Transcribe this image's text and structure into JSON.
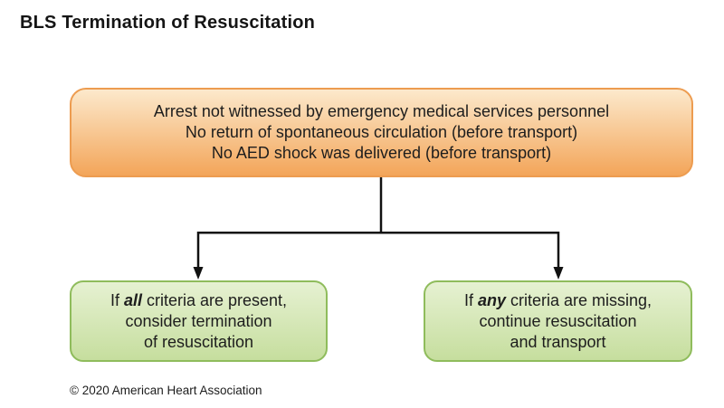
{
  "title": "BLS Termination of Resuscitation",
  "colors": {
    "orange_border": "#ED9C50",
    "orange_top": "#FCE9CC",
    "orange_bottom": "#F3A559",
    "green_border": "#8FBC5C",
    "green_top": "#E6F1D2",
    "green_bottom": "#C6DE9E",
    "connector": "#111111"
  },
  "criteria_box": {
    "lines": [
      "Arrest not witnessed by emergency medical services personnel",
      "No return of spontaneous circulation (before transport)",
      "No AED shock was delivered (before transport)"
    ]
  },
  "outcome_left": {
    "prefix": "If ",
    "emphasis": "all",
    "suffix": " criteria are present,",
    "line2": "consider termination",
    "line3": "of resuscitation"
  },
  "outcome_right": {
    "prefix": "If ",
    "emphasis": "any",
    "suffix": " criteria are missing,",
    "line2": "continue resuscitation",
    "line3": "and transport"
  },
  "footer": {
    "copyright": "© 2020 American Heart Association"
  }
}
